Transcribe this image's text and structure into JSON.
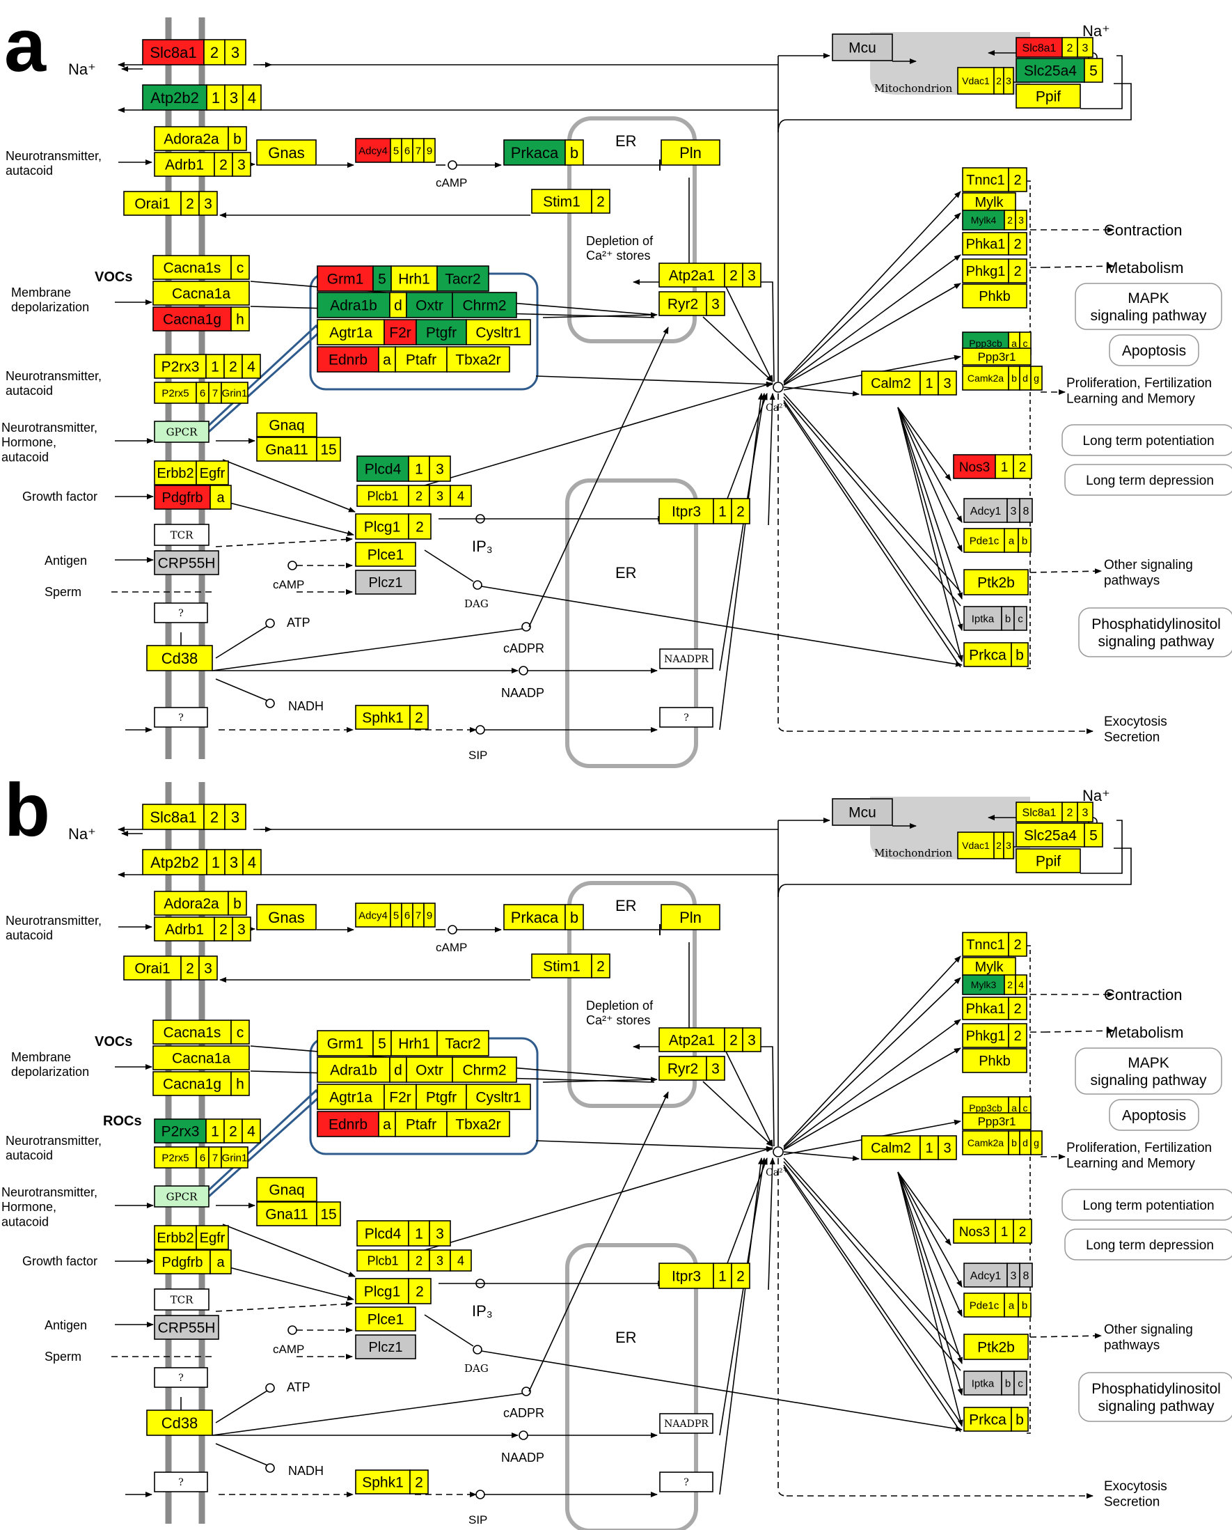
{
  "colors": {
    "yellow": "#ffff00",
    "red": "#ff1d1d",
    "green": "#12a14b",
    "gray": "#c8c8c8",
    "white": "#ffffff",
    "lightgreen": "#c8f5c8",
    "er_line": "#a9a9a9",
    "membrane": "#8a8a8a",
    "gpcr_box": "#2e5b8c",
    "mito_fill": "#d0d0d0"
  },
  "panels": [
    {
      "label": "a",
      "genes": {
        "Slc8a1": [
          "Slc8a1",
          "2",
          "3"
        ],
        "Atp2b2": [
          "Atp2b2",
          "1",
          "3",
          "4"
        ],
        "Adora2a": [
          "Adora2a",
          "b"
        ],
        "Adrb1": [
          "Adrb1",
          "2",
          "3"
        ],
        "Gnas": [
          "Gnas"
        ],
        "Adcy4": [
          "Adcy4",
          "5",
          "6",
          "7",
          "9"
        ],
        "Prkaca": [
          "Prkaca",
          "b"
        ],
        "Pln": [
          "Pln"
        ],
        "Orai1": [
          "Orai1",
          "2",
          "3"
        ],
        "Stim1": [
          "Stim1",
          "2"
        ],
        "Cacna1s": [
          "Cacna1s",
          "c"
        ],
        "Cacna1a": [
          "Cacna1a"
        ],
        "Cacna1g": [
          "Cacna1g",
          "h"
        ],
        "Grm1": [
          "Grm1",
          "5"
        ],
        "Hrh1": [
          "Hrh1"
        ],
        "Tacr2": [
          "Tacr2"
        ],
        "Adra1b": [
          "Adra1b",
          "d"
        ],
        "Oxtr": [
          "Oxtr"
        ],
        "Chrm2": [
          "Chrm2"
        ],
        "Agtr1a": [
          "Agtr1a"
        ],
        "F2r": [
          "F2r"
        ],
        "Ptgfr": [
          "Ptgfr"
        ],
        "Cysltr1": [
          "Cysltr1"
        ],
        "Ednrb": [
          "Ednrb",
          "a"
        ],
        "Ptafr": [
          "Ptafr"
        ],
        "Tbxa2r": [
          "Tbxa2r"
        ],
        "Atp2a1": [
          "Atp2a1",
          "2",
          "3"
        ],
        "Ryr2": [
          "Ryr2",
          "3"
        ],
        "P2rx3": [
          "P2rx3",
          "1",
          "2",
          "4"
        ],
        "P2rx5": [
          "P2rx5",
          "6",
          "7",
          "Grin1"
        ],
        "Gnaq": [
          "Gnaq"
        ],
        "Gna11": [
          "Gna11",
          "15"
        ],
        "Erbb2": [
          "Erbb2",
          "Egfr"
        ],
        "Pdgfrb": [
          "Pdgfrb",
          "a"
        ],
        "Plcd4": [
          "Plcd4",
          "1",
          "3"
        ],
        "Plcb1": [
          "Plcb1",
          "2",
          "3",
          "4"
        ],
        "Plcg1": [
          "Plcg1",
          "2"
        ],
        "Plce1": [
          "Plce1"
        ],
        "Plcz1": [
          "Plcz1"
        ],
        "Itpr3": [
          "Itpr3",
          "1",
          "2"
        ],
        "Cd38": [
          "Cd38"
        ],
        "Sphk1": [
          "Sphk1",
          "2"
        ],
        "Mcu": [
          "Mcu"
        ],
        "Slc8a1m": [
          "Slc8a1",
          "2",
          "3"
        ],
        "Slc25a4": [
          "Slc25a4",
          "5"
        ],
        "Vdac1": [
          "Vdac1",
          "2",
          "3"
        ],
        "Ppif": [
          "Ppif"
        ],
        "Tnnc1": [
          "Tnnc1",
          "2"
        ],
        "Mylk": [
          "Mylk"
        ],
        "Mylk4": [
          "Mylk4",
          "2",
          "3"
        ],
        "Phka1": [
          "Phka1",
          "2"
        ],
        "Phkg1": [
          "Phkg1",
          "2"
        ],
        "Phkb": [
          "Phkb"
        ],
        "Ppp3cb": [
          "Ppp3cb",
          "a",
          "c"
        ],
        "Ppp3r1": [
          "Ppp3r1"
        ],
        "Camk2a": [
          "Camk2a",
          "b",
          "d",
          "g"
        ],
        "Calm2": [
          "Calm2",
          "1",
          "3"
        ],
        "Nos3": [
          "Nos3",
          "1",
          "2"
        ],
        "Adcy1": [
          "Adcy1",
          "3",
          "8"
        ],
        "Pde1c": [
          "Pde1c",
          "a",
          "b"
        ],
        "Ptk2b": [
          "Ptk2b"
        ],
        "Iptka": [
          "Iptka",
          "b",
          "c"
        ],
        "Prkca": [
          "Prkca",
          "b"
        ],
        "GPCR": [
          "GPCR"
        ],
        "TCR": [
          "TCR"
        ],
        "CRP55H": [
          "CRP55H"
        ],
        "Q1": [
          "?"
        ],
        "Q2": [
          "?"
        ],
        "Q3": [
          "?"
        ],
        "NAADPR": [
          "NAADPR"
        ]
      },
      "colors": {
        "Slc8a1": [
          "red",
          "yellow",
          "yellow"
        ],
        "Atp2b2": [
          "green",
          "yellow",
          "yellow",
          "yellow"
        ],
        "Adcy4": [
          "red",
          "yellow",
          "yellow",
          "yellow",
          "yellow"
        ],
        "Prkaca": [
          "green",
          "yellow"
        ],
        "Cacna1g": [
          "red",
          "yellow"
        ],
        "Grm1": [
          "red",
          "green"
        ],
        "Hrh1": [
          "yellow"
        ],
        "Tacr2": [
          "green"
        ],
        "Adra1b": [
          "green",
          "yellow"
        ],
        "Oxtr": [
          "green"
        ],
        "Chrm2": [
          "green"
        ],
        "Agtr1a": [
          "yellow"
        ],
        "F2r": [
          "red"
        ],
        "Ptgfr": [
          "green"
        ],
        "Cysltr1": [
          "yellow"
        ],
        "Ednrb": [
          "red",
          "yellow"
        ],
        "Pdgfrb": [
          "red",
          "yellow"
        ],
        "Plcd4": [
          "green",
          "yellow",
          "yellow"
        ],
        "Slc8a1m": [
          "red",
          "yellow",
          "yellow"
        ],
        "Slc25a4": [
          "green",
          "yellow"
        ],
        "Mylk4": [
          "green",
          "yellow",
          "yellow"
        ],
        "Ppp3cb": [
          "green",
          "yellow",
          "yellow"
        ],
        "Nos3": [
          "red",
          "yellow",
          "yellow"
        ]
      }
    },
    {
      "label": "b",
      "genes": {
        "Slc8a1": [
          "Slc8a1",
          "2",
          "3"
        ],
        "Atp2b2": [
          "Atp2b2",
          "1",
          "3",
          "4"
        ],
        "Adora2a": [
          "Adora2a",
          "b"
        ],
        "Adrb1": [
          "Adrb1",
          "2",
          "3"
        ],
        "Gnas": [
          "Gnas"
        ],
        "Adcy4": [
          "Adcy4",
          "5",
          "6",
          "7",
          "9"
        ],
        "Prkaca": [
          "Prkaca",
          "b"
        ],
        "Pln": [
          "Pln"
        ],
        "Orai1": [
          "Orai1",
          "2",
          "3"
        ],
        "Stim1": [
          "Stim1",
          "2"
        ],
        "Cacna1s": [
          "Cacna1s",
          "c"
        ],
        "Cacna1a": [
          "Cacna1a"
        ],
        "Cacna1g": [
          "Cacna1g",
          "h"
        ],
        "Grm1": [
          "Grm1",
          "5"
        ],
        "Hrh1": [
          "Hrh1"
        ],
        "Tacr2": [
          "Tacr2"
        ],
        "Adra1b": [
          "Adra1b",
          "d"
        ],
        "Oxtr": [
          "Oxtr"
        ],
        "Chrm2": [
          "Chrm2"
        ],
        "Agtr1a": [
          "Agtr1a"
        ],
        "F2r": [
          "F2r"
        ],
        "Ptgfr": [
          "Ptgfr"
        ],
        "Cysltr1": [
          "Cysltr1"
        ],
        "Ednrb": [
          "Ednrb",
          "a"
        ],
        "Ptafr": [
          "Ptafr"
        ],
        "Tbxa2r": [
          "Tbxa2r"
        ],
        "Atp2a1": [
          "Atp2a1",
          "2",
          "3"
        ],
        "Ryr2": [
          "Ryr2",
          "3"
        ],
        "P2rx3": [
          "P2rx3",
          "1",
          "2",
          "4"
        ],
        "P2rx5": [
          "P2rx5",
          "6",
          "7",
          "Grin1"
        ],
        "Gnaq": [
          "Gnaq"
        ],
        "Gna11": [
          "Gna11",
          "15"
        ],
        "Erbb2": [
          "Erbb2",
          "Egfr"
        ],
        "Pdgfrb": [
          "Pdgfrb",
          "a"
        ],
        "Plcd4": [
          "Plcd4",
          "1",
          "3"
        ],
        "Plcb1": [
          "Plcb1",
          "2",
          "3",
          "4"
        ],
        "Plcg1": [
          "Plcg1",
          "2"
        ],
        "Plce1": [
          "Plce1"
        ],
        "Plcz1": [
          "Plcz1"
        ],
        "Itpr3": [
          "Itpr3",
          "1",
          "2"
        ],
        "Cd38": [
          "Cd38"
        ],
        "Sphk1": [
          "Sphk1",
          "2"
        ],
        "Mcu": [
          "Mcu"
        ],
        "Slc8a1m": [
          "Slc8a1",
          "2",
          "3"
        ],
        "Slc25a4": [
          "Slc25a4",
          "5"
        ],
        "Vdac1": [
          "Vdac1",
          "2",
          "3"
        ],
        "Ppif": [
          "Ppif"
        ],
        "Tnnc1": [
          "Tnnc1",
          "2"
        ],
        "Mylk": [
          "Mylk"
        ],
        "Mylk4": [
          "Mylk3",
          "2",
          "4"
        ],
        "Phka1": [
          "Phka1",
          "2"
        ],
        "Phkg1": [
          "Phkg1",
          "2"
        ],
        "Phkb": [
          "Phkb"
        ],
        "Ppp3cb": [
          "Ppp3cb",
          "a",
          "c"
        ],
        "Ppp3r1": [
          "Ppp3r1"
        ],
        "Camk2a": [
          "Camk2a",
          "b",
          "d",
          "g"
        ],
        "Calm2": [
          "Calm2",
          "1",
          "3"
        ],
        "Nos3": [
          "Nos3",
          "1",
          "2"
        ],
        "Adcy1": [
          "Adcy1",
          "3",
          "8"
        ],
        "Pde1c": [
          "Pde1c",
          "a",
          "b"
        ],
        "Ptk2b": [
          "Ptk2b"
        ],
        "Iptka": [
          "Iptka",
          "b",
          "c"
        ],
        "Prkca": [
          "Prkca",
          "b"
        ],
        "GPCR": [
          "GPCR"
        ],
        "TCR": [
          "TCR"
        ],
        "CRP55H": [
          "CRP55H"
        ],
        "Q1": [
          "?"
        ],
        "Q2": [
          "?"
        ],
        "Q3": [
          "?"
        ],
        "NAADPR": [
          "NAADPR"
        ]
      },
      "colors": {
        "Ednrb": [
          "red",
          "yellow"
        ],
        "P2rx3": [
          "green",
          "yellow",
          "yellow",
          "yellow"
        ],
        "Mylk4": [
          "green",
          "yellow",
          "yellow"
        ]
      }
    }
  ],
  "labels": {
    "na_left": "Na⁺",
    "na_right": "Na⁺",
    "nt_autacoid": "Neurotransmitter,\nautacoid",
    "vocs": "VOCs",
    "rocs": "ROCs",
    "membrane_depol": "Membrane\ndepolarization",
    "nt_hormone": "Neurotransmitter,\nHormone,\nautacoid",
    "growth_factor": "Growth factor",
    "antigen": "Antigen",
    "sperm": "Sperm",
    "camp": "cAMP",
    "er": "ER",
    "depletion": "Depletion of\nCa²⁺ stores",
    "ca": "Ca²⁺",
    "ip3": "IP₃",
    "dag": "DAG",
    "cadpr": "cADPR",
    "naadp": "NAADP",
    "atp": "ATP",
    "nadh": "NADH",
    "sip": "SIP",
    "mitochondrion": "Mitochondrion",
    "contraction": "Contraction",
    "metabolism": "Metabolism",
    "mapk": "MAPK\nsignaling pathway",
    "apoptosis": "Apoptosis",
    "prolif": "Proliferation, Fertilization\nLearning and Memory",
    "ltp": "Long term potentiation",
    "ltd": "Long term depression",
    "other": "Other signaling\npathways",
    "phospho": "Phosphatidylinositol\nsignaling pathway",
    "exocytosis": "Exocytosis\nSecretion"
  }
}
